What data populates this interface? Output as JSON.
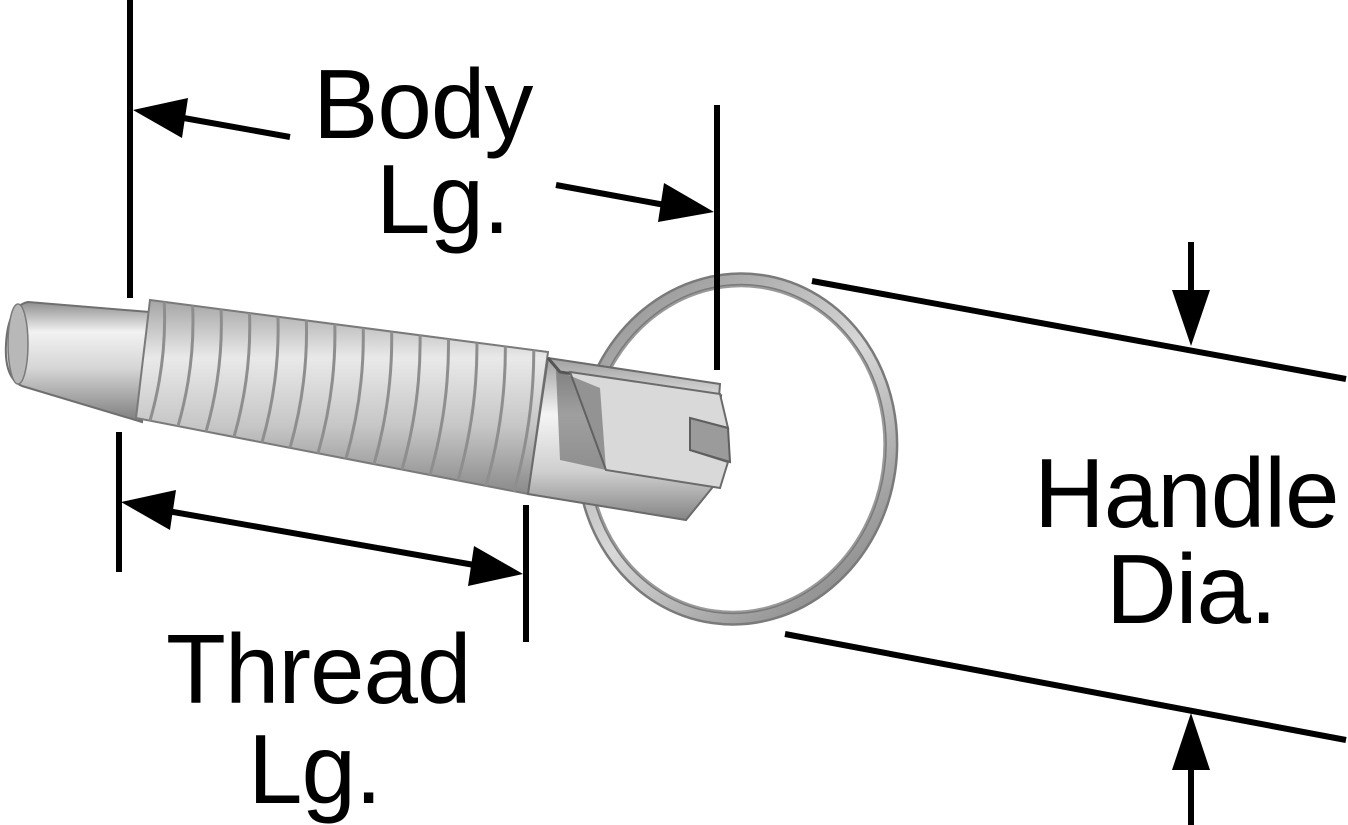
{
  "labels": {
    "body_length": {
      "line1": "Body",
      "line2": "Lg."
    },
    "thread_length": {
      "line1": "Thread",
      "line2": "Lg."
    },
    "handle_diameter": {
      "line1": "Handle",
      "line2": "Dia."
    }
  },
  "part": {
    "type": "spring plunger with ring handle",
    "material_color": "#c9c9c9"
  },
  "colors": {
    "ink": "#000000",
    "background": "#ffffff"
  }
}
